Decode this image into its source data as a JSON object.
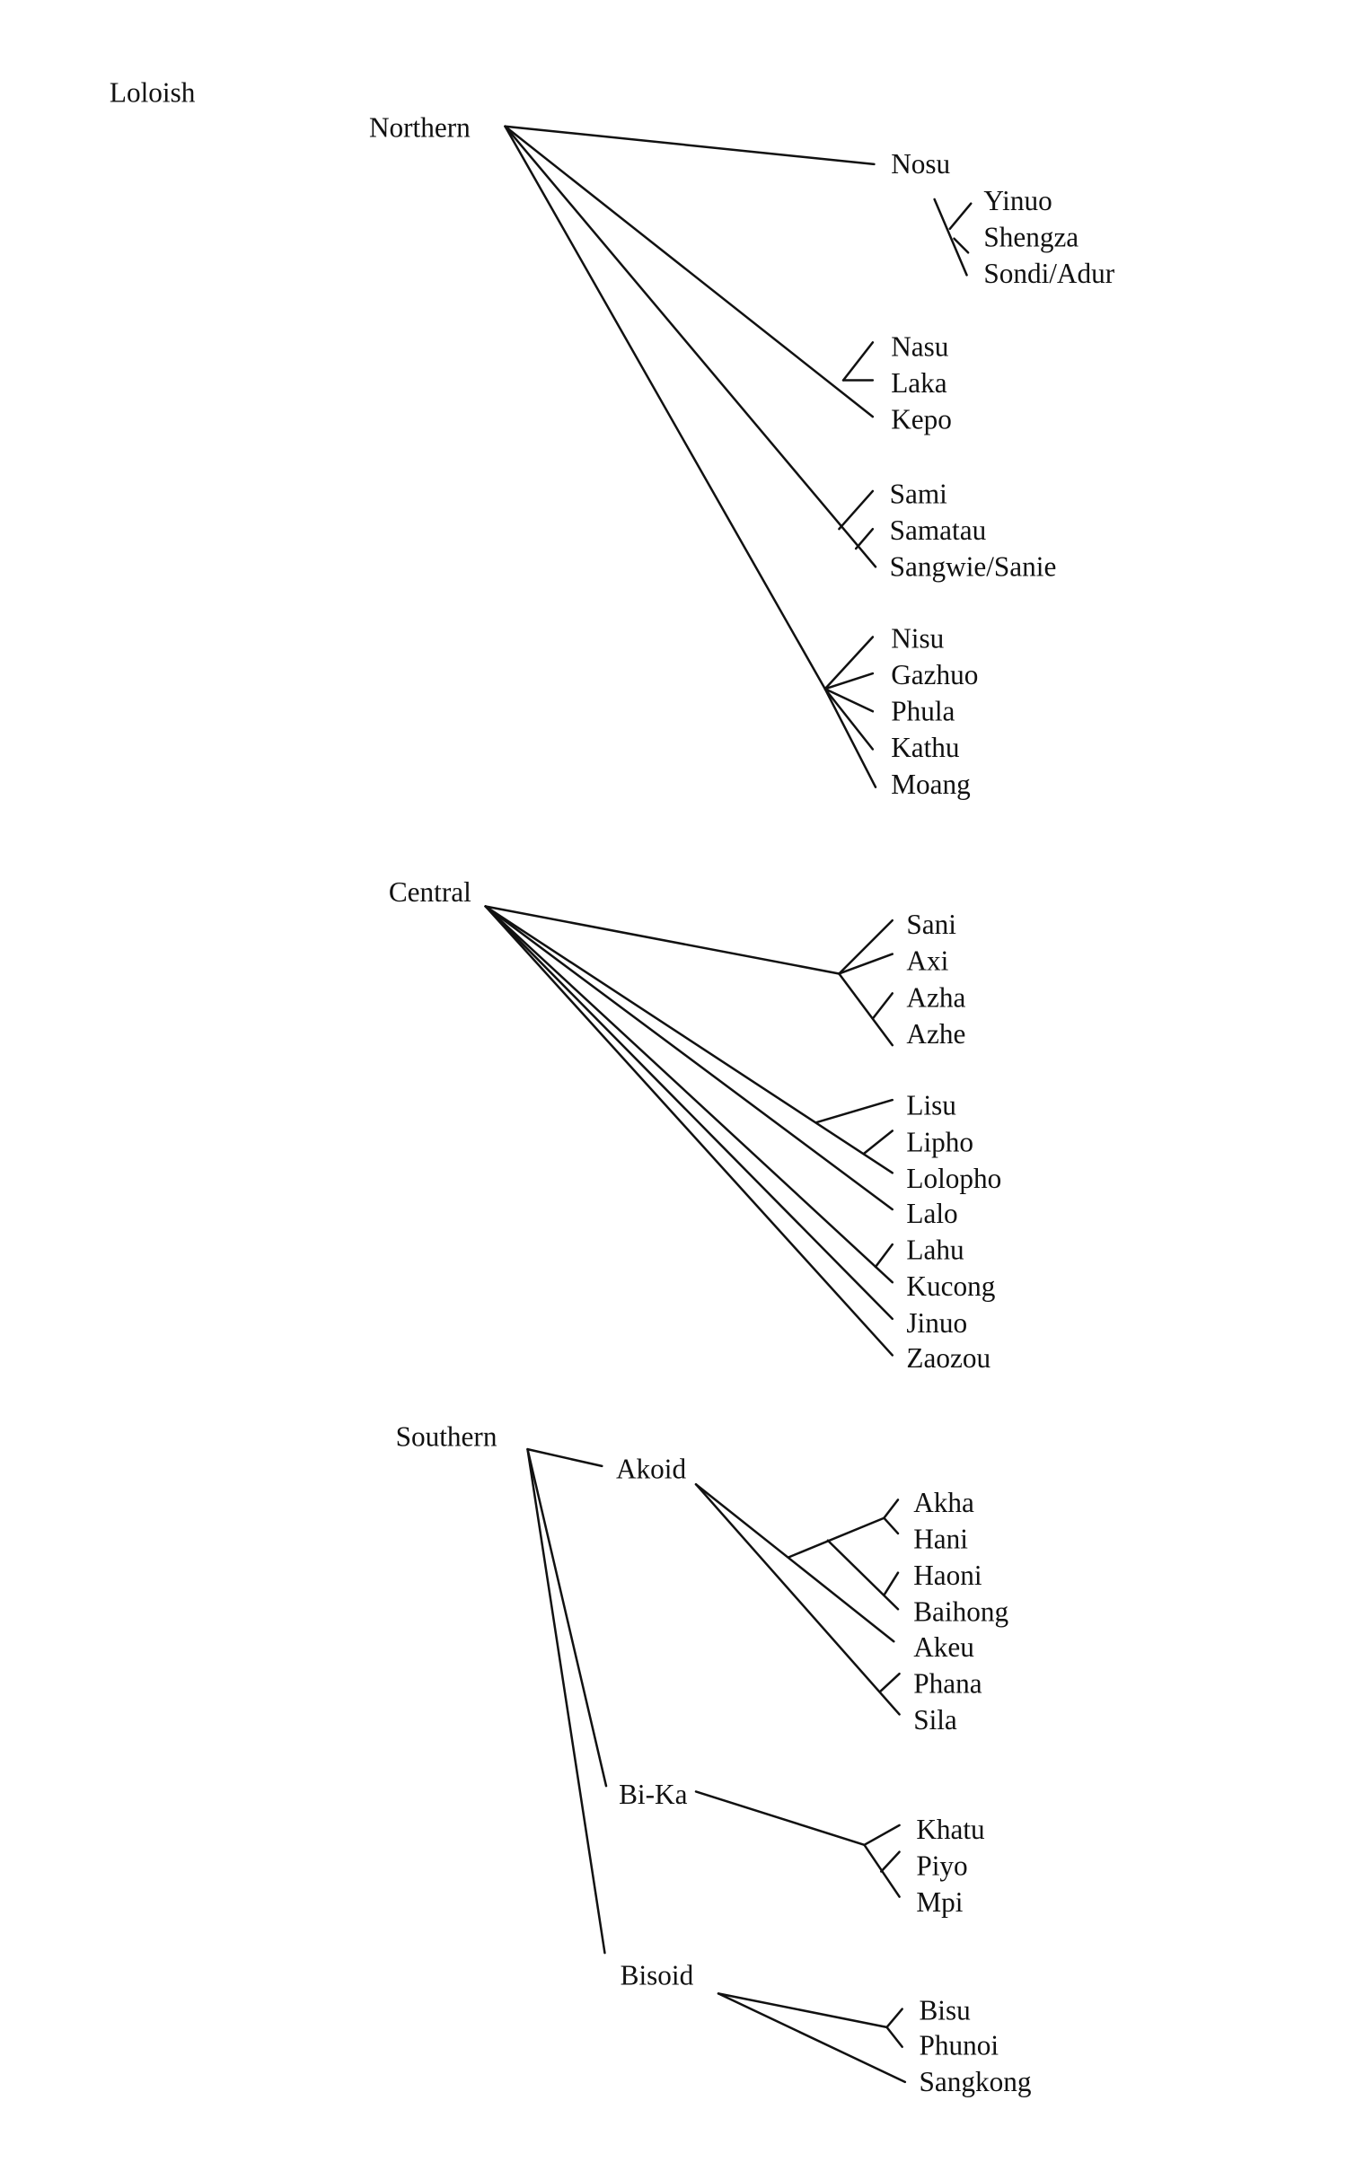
{
  "title": "Loloish",
  "northern": {
    "label": "Northern",
    "nosu": {
      "label": "Nosu",
      "leaves": [
        "Yinuo",
        "Shengza",
        "Sondi/Adur"
      ]
    },
    "nasu_group": [
      "Nasu",
      "Laka",
      "Kepo"
    ],
    "sami_group": [
      "Sami",
      "Samatau",
      "Sangwie/Sanie"
    ],
    "nisu_group": [
      "Nisu",
      "Gazhuo",
      "Phula",
      "Kathu",
      "Moang"
    ]
  },
  "central": {
    "label": "Central",
    "sani_group": [
      "Sani",
      "Axi",
      "Azha",
      "Azhe"
    ],
    "lisu_group": [
      "Lisu",
      "Lipho",
      "Lolopho"
    ],
    "lalo": "Lalo",
    "lahu_group": [
      "Lahu",
      "Kucong"
    ],
    "jinuo": "Jinuo",
    "zaozou": "Zaozou"
  },
  "southern": {
    "label": "Southern",
    "akoid": {
      "label": "Akoid",
      "leaves": [
        "Akha",
        "Hani",
        "Haoni",
        "Baihong",
        "Akeu",
        "Phana",
        "Sila"
      ]
    },
    "bika": {
      "label": "Bi-Ka",
      "leaves": [
        "Khatu",
        "Piyo",
        "Mpi"
      ]
    },
    "bisoid": {
      "label": "Bisoid",
      "leaves": [
        "Bisu",
        "Phunoi",
        "Sangkong"
      ]
    }
  }
}
